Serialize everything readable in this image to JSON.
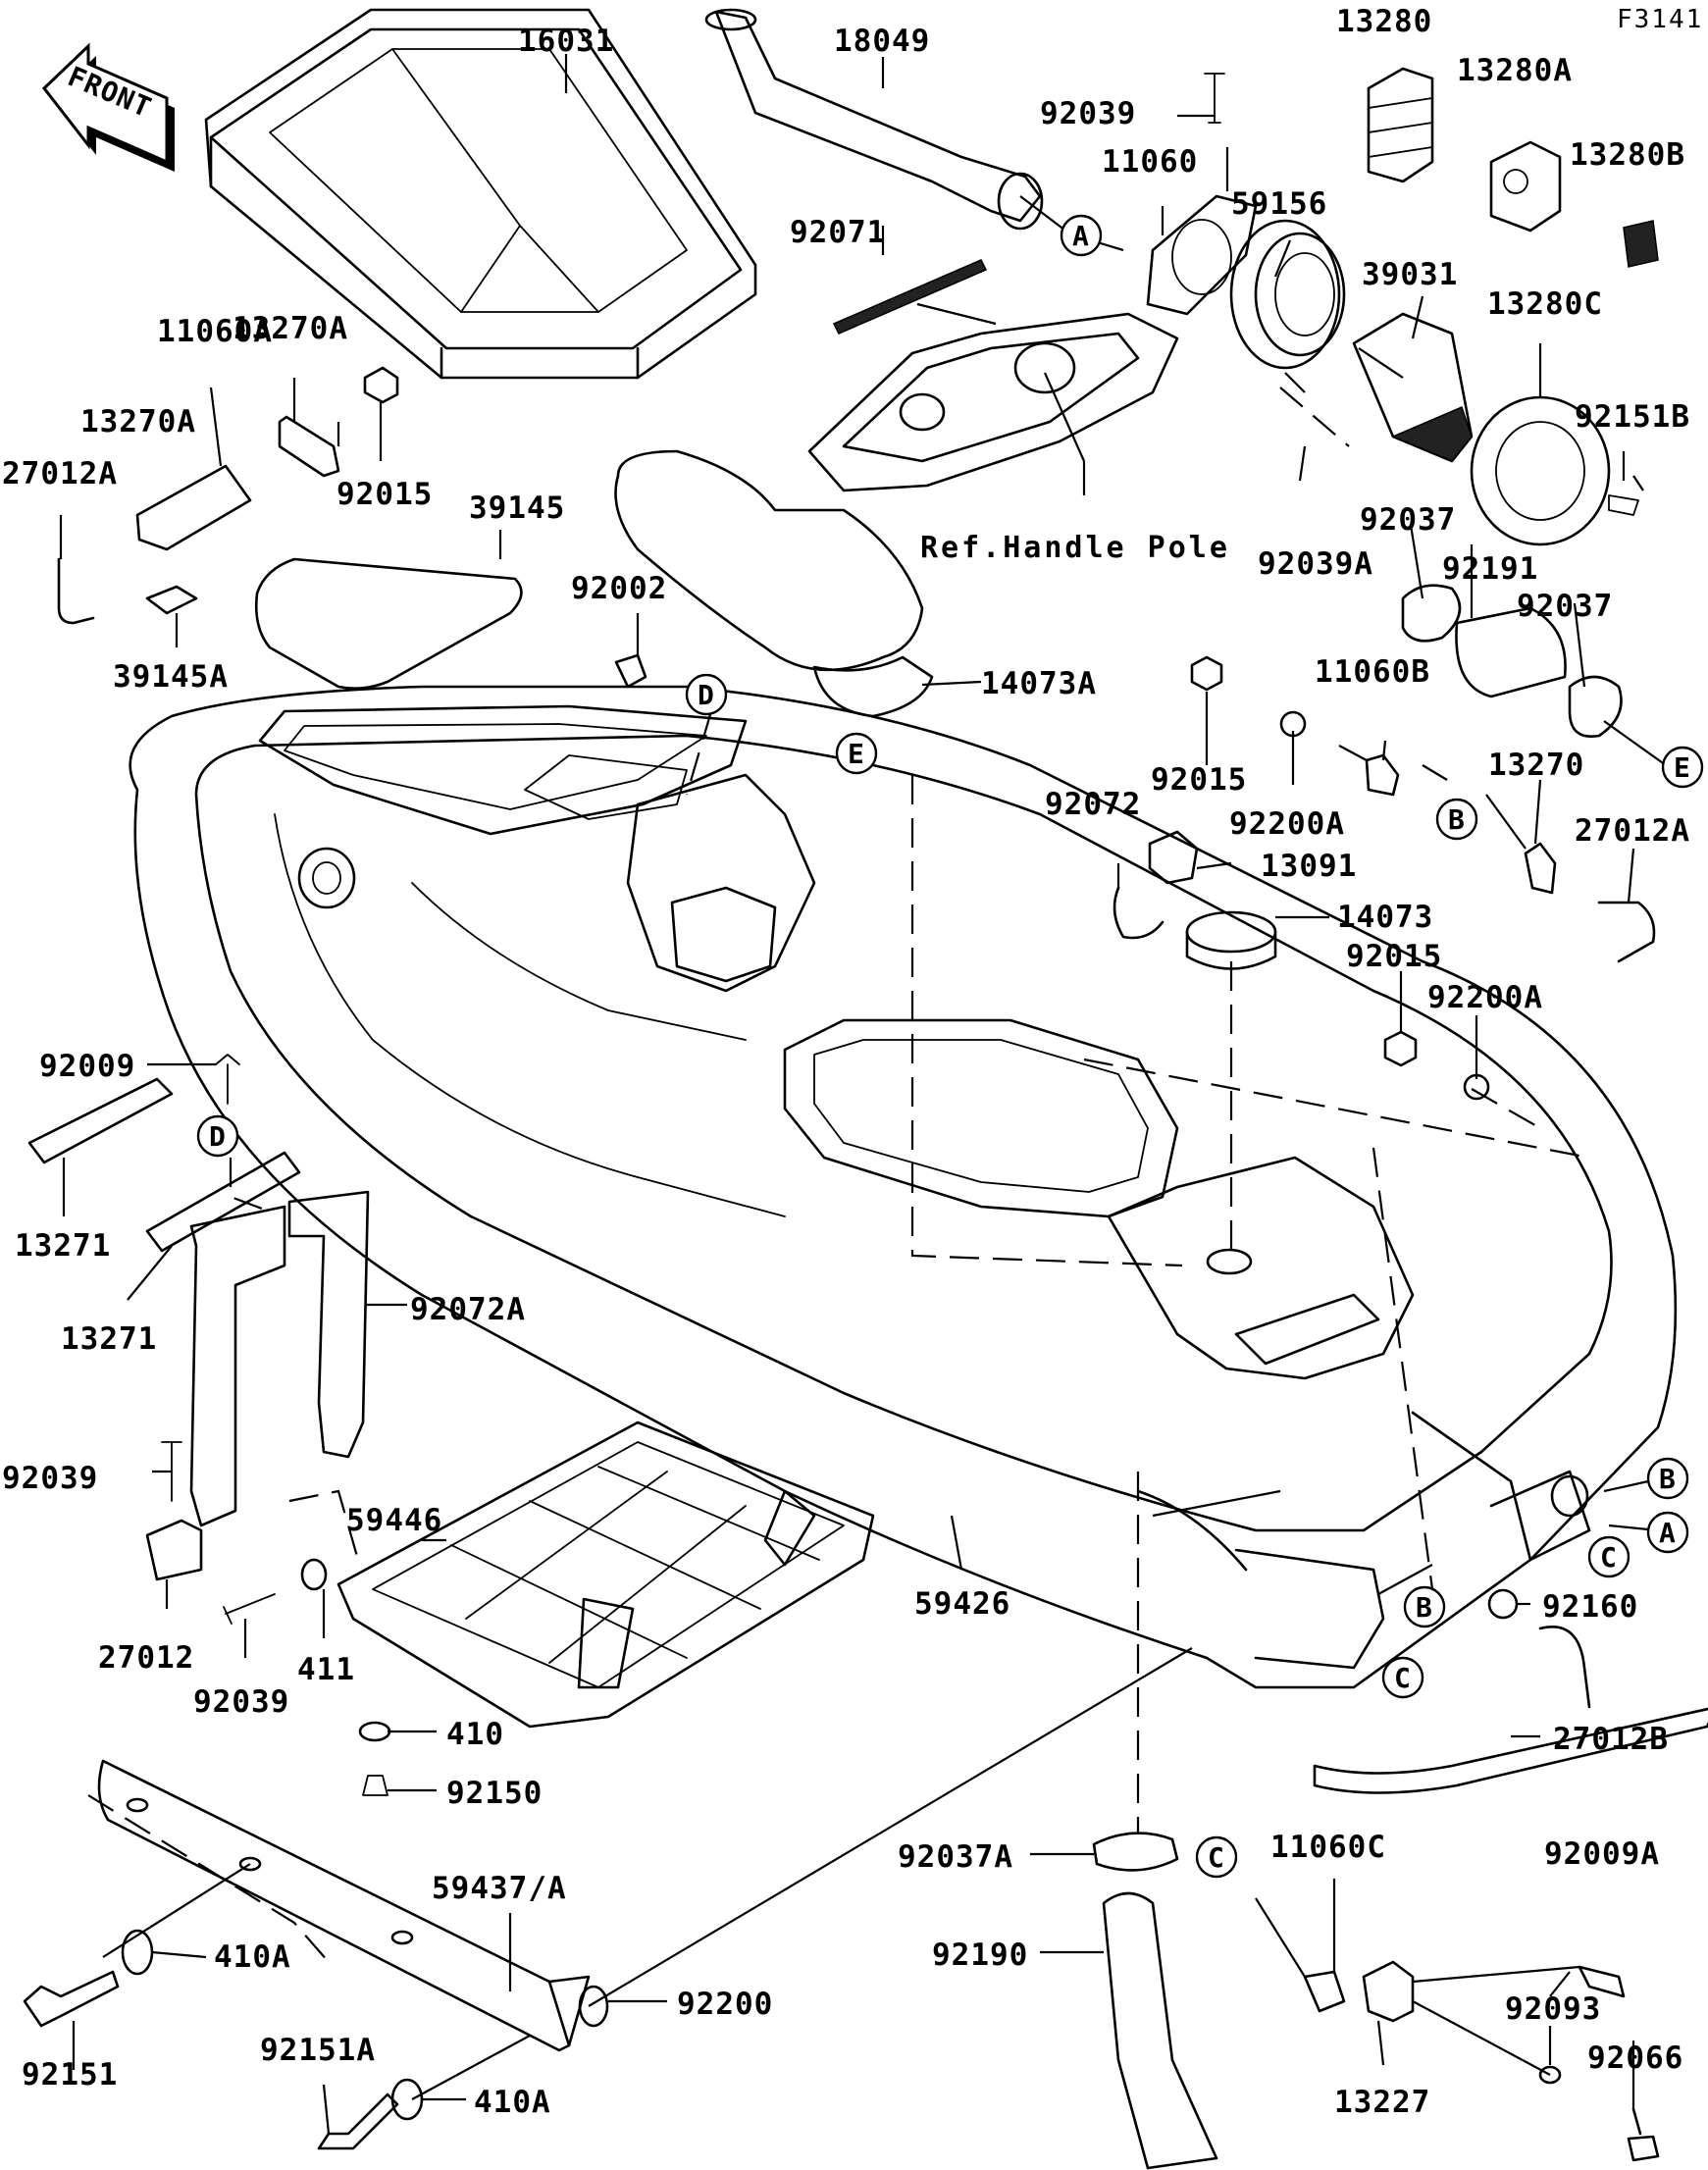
{
  "figure": {
    "code": "F3141"
  },
  "front_arrow": {
    "text": "FRONT"
  },
  "reference": {
    "handle_pole": "Ref.Handle Pole"
  },
  "part_labels": {
    "p16031": "16031",
    "p18049": "18049",
    "p92039_top": "92039",
    "p13280": "13280",
    "p13280A": "13280A",
    "p13280B": "13280B",
    "p11060": "11060",
    "p59156": "59156",
    "p92071": "92071",
    "p39031": "39031",
    "p13280C": "13280C",
    "p92151B": "92151B",
    "p13270A_upper": "13270A",
    "p11060A": "11060A",
    "p13270A_lower": "13270A",
    "p27012A_left": "27012A",
    "p92015_upper": "92015",
    "p39145": "39145",
    "p92039A": "92039A",
    "p92037_upper": "92037",
    "p92191": "92191",
    "p92037_lower": "92037",
    "p92002": "92002",
    "p39145A": "39145A",
    "p14073A": "14073A",
    "p11060B": "11060B",
    "p92015_mid": "92015",
    "p92200A_upper": "92200A",
    "p92072": "92072",
    "p13270": "13270",
    "p27012A_right": "27012A",
    "p13091": "13091",
    "p14073": "14073",
    "p92015_lower": "92015",
    "p92200A_lower": "92200A",
    "p92009": "92009",
    "p13271_left": "13271",
    "p13271_right": "13271",
    "p92072A": "92072A",
    "p59446": "59446",
    "p92039_left": "92039",
    "p27012": "27012",
    "p92039_bottom": "92039",
    "p411": "411",
    "p410": "410",
    "p59426": "59426",
    "p92160": "92160",
    "p27012B": "27012B",
    "p92150": "92150",
    "p92037A": "92037A",
    "p11060C": "11060C",
    "p92009A": "92009A",
    "p59437": "59437/A",
    "p410A_upper": "410A",
    "p92190": "92190",
    "p92093": "92093",
    "p92200": "92200",
    "p92151": "92151",
    "p92151A": "92151A",
    "p410A_lower": "410A",
    "p13227": "13227",
    "p92066": "92066"
  },
  "callouts": {
    "A_top": "A",
    "D_top": "D",
    "E_left": "E",
    "E_right": "E",
    "B_mid": "B",
    "D_left": "D",
    "B_right": "B",
    "A_right": "A",
    "C_right": "C",
    "B_lower": "B",
    "C_lower": "C",
    "C_bottom": "C"
  }
}
